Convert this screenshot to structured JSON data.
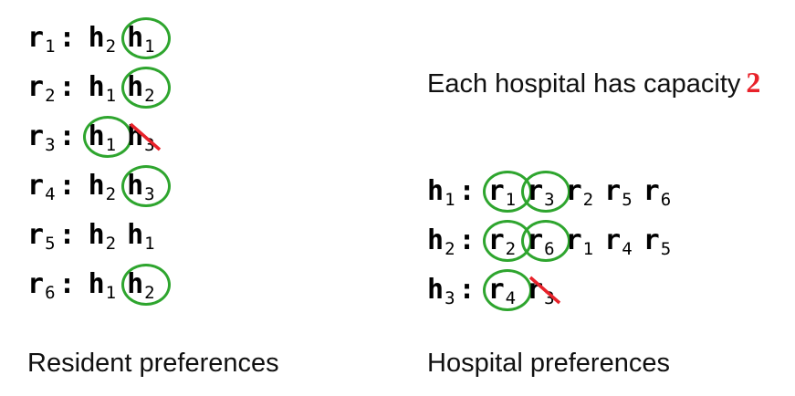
{
  "colors": {
    "circle": "#2ea52e",
    "strike": "#e8222a",
    "capacity": "#e8222a"
  },
  "residents": [
    {
      "name": "r",
      "sub": "1",
      "prefs": [
        {
          "name": "h",
          "sub": "2",
          "state": "plain"
        },
        {
          "name": "h",
          "sub": "1",
          "state": "circled"
        }
      ]
    },
    {
      "name": "r",
      "sub": "2",
      "prefs": [
        {
          "name": "h",
          "sub": "1",
          "state": "plain"
        },
        {
          "name": "h",
          "sub": "2",
          "state": "circled"
        }
      ]
    },
    {
      "name": "r",
      "sub": "3",
      "prefs": [
        {
          "name": "h",
          "sub": "1",
          "state": "circled"
        },
        {
          "name": "h",
          "sub": "3",
          "state": "struck"
        }
      ]
    },
    {
      "name": "r",
      "sub": "4",
      "prefs": [
        {
          "name": "h",
          "sub": "2",
          "state": "plain"
        },
        {
          "name": "h",
          "sub": "3",
          "state": "circled"
        }
      ]
    },
    {
      "name": "r",
      "sub": "5",
      "prefs": [
        {
          "name": "h",
          "sub": "2",
          "state": "plain"
        },
        {
          "name": "h",
          "sub": "1",
          "state": "plain"
        }
      ]
    },
    {
      "name": "r",
      "sub": "6",
      "prefs": [
        {
          "name": "h",
          "sub": "1",
          "state": "plain"
        },
        {
          "name": "h",
          "sub": "2",
          "state": "circled"
        }
      ]
    }
  ],
  "hospitals": [
    {
      "name": "h",
      "sub": "1",
      "prefs": [
        {
          "name": "r",
          "sub": "1",
          "state": "circled"
        },
        {
          "name": "r",
          "sub": "3",
          "state": "circled"
        },
        {
          "name": "r",
          "sub": "2",
          "state": "plain"
        },
        {
          "name": "r",
          "sub": "5",
          "state": "plain"
        },
        {
          "name": "r",
          "sub": "6",
          "state": "plain"
        }
      ]
    },
    {
      "name": "h",
      "sub": "2",
      "prefs": [
        {
          "name": "r",
          "sub": "2",
          "state": "circled"
        },
        {
          "name": "r",
          "sub": "6",
          "state": "circled"
        },
        {
          "name": "r",
          "sub": "1",
          "state": "plain"
        },
        {
          "name": "r",
          "sub": "4",
          "state": "plain"
        },
        {
          "name": "r",
          "sub": "5",
          "state": "plain"
        }
      ]
    },
    {
      "name": "h",
      "sub": "3",
      "prefs": [
        {
          "name": "r",
          "sub": "4",
          "state": "circled"
        },
        {
          "name": "r",
          "sub": "3",
          "state": "struck"
        }
      ]
    }
  ],
  "capacity_text": "Each hospital has capacity",
  "capacity_value": "2",
  "resident_caption": "Resident preferences",
  "hospital_caption": "Hospital preferences"
}
